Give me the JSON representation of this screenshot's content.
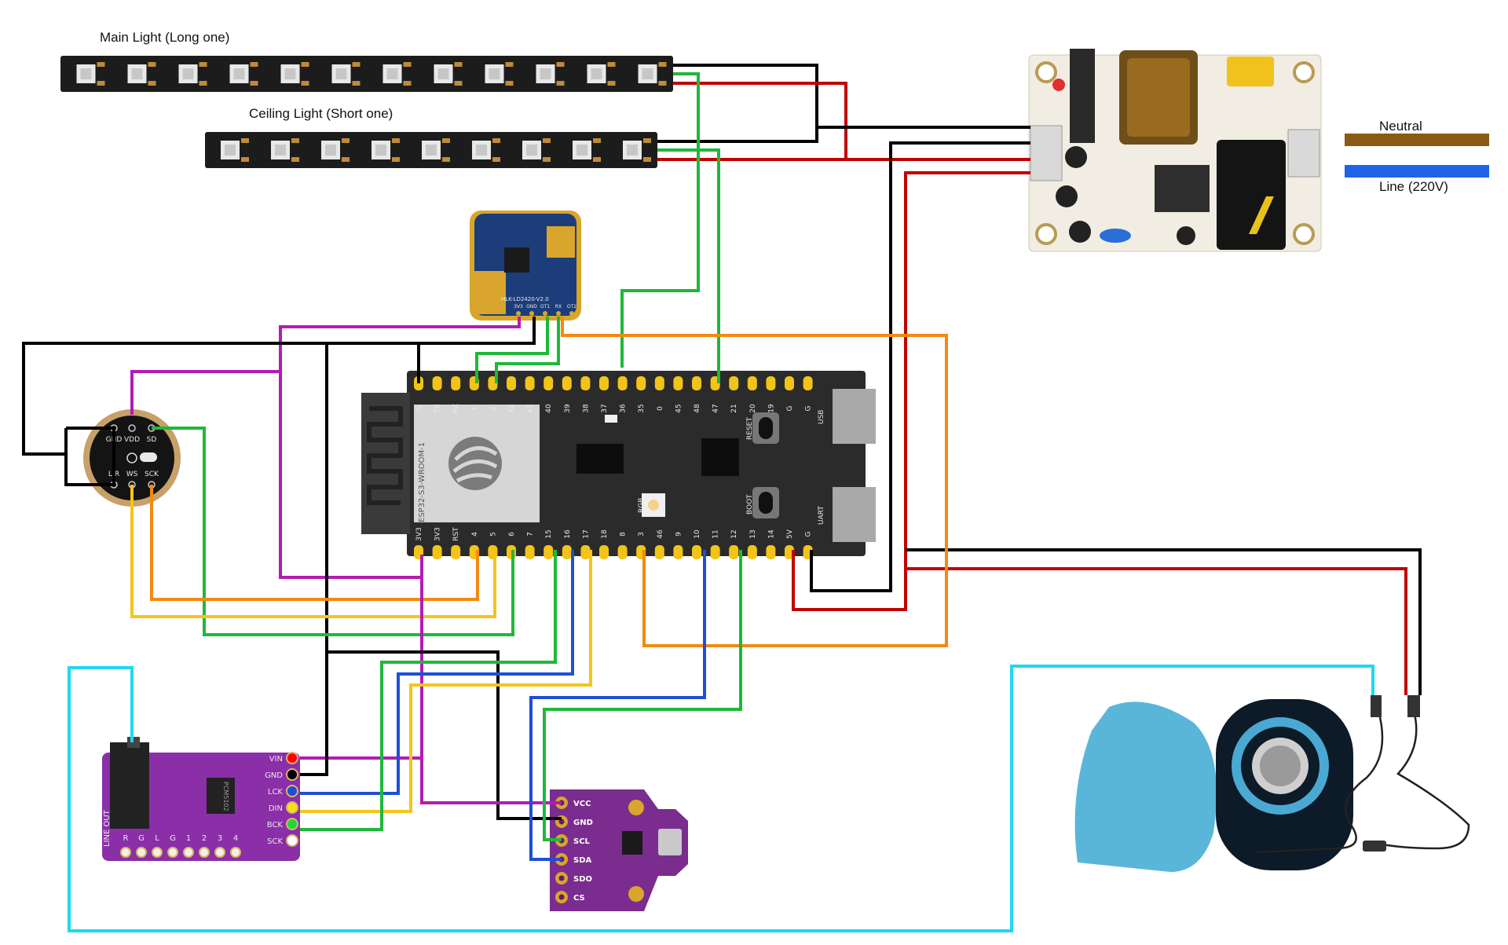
{
  "labels": {
    "main_light": "Main Light (Long one)",
    "ceiling_light": "Ceiling Light (Short one)",
    "neutral": "Neutral",
    "line": "Line (220V)"
  },
  "esp32": {
    "module": "ESP32-S3-WROOM-1",
    "top_pins": [
      "G",
      "TX",
      "RX",
      "1",
      "2",
      "42",
      "41",
      "40",
      "39",
      "38",
      "37",
      "36",
      "35",
      "0",
      "45",
      "48",
      "47",
      "21",
      "20",
      "19",
      "G",
      "G"
    ],
    "bottom_pins": [
      "3V3",
      "3V3",
      "RST",
      "4",
      "5",
      "6",
      "7",
      "15",
      "16",
      "17",
      "18",
      "8",
      "3",
      "46",
      "9",
      "10",
      "11",
      "12",
      "13",
      "14",
      "5V",
      "G"
    ],
    "labels": {
      "reset": "RESET",
      "boot": "BOOT",
      "usb": "USB",
      "uart": "UART",
      "rgb": "RGB"
    }
  },
  "mic": {
    "pins_top": [
      "GND",
      "VDD",
      "SD"
    ],
    "pins_bottom": [
      "L/R",
      "WS",
      "SCK"
    ]
  },
  "radar": {
    "model": "HLK-LD2420-V2.0",
    "pins": [
      "3V3",
      "GND",
      "OT1",
      "RX",
      "OT2"
    ]
  },
  "dac": {
    "pins": [
      "VIN",
      "GND",
      "LCK",
      "DIN",
      "BCK",
      "SCK"
    ],
    "chip": "PCM5102",
    "line_out": "LINE OUT",
    "bottom": [
      "R",
      "G",
      "L",
      "G",
      "1",
      "2",
      "3",
      "4"
    ]
  },
  "bme": {
    "pins": [
      "VCC",
      "GND",
      "SCL",
      "SDA",
      "SDO",
      "CS"
    ]
  },
  "colors": {
    "black": "#000000",
    "red": "#c00000",
    "green": "#1fb83a",
    "purple": "#b31cb3",
    "orange": "#f28a10",
    "yellow": "#f5c518",
    "blue": "#1f4fd6",
    "cyan": "#1ed8f0",
    "neutral": "#8b5a14",
    "line": "#1f63e8"
  }
}
